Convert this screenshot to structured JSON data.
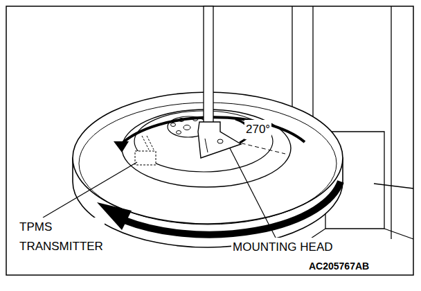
{
  "diagram": {
    "labels": [
      "270°",
      "TPMS TRANSMITTER",
      "MOUNTING HEAD",
      "AC205767AB"
    ]
  }
}
